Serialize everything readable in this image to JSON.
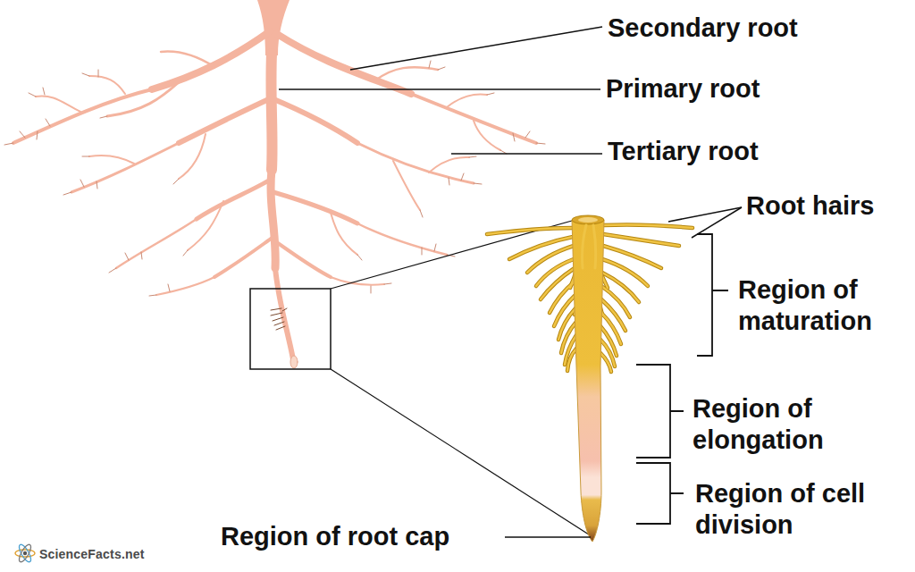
{
  "diagram": {
    "labels": [
      "Secondary root",
      "Primary root",
      "Tertiary root",
      "Root hairs",
      "Region of maturation",
      "Region of elongation",
      "Region of cell division",
      "Region of root cap",
      "ScienceFacts.net"
    ]
  }
}
